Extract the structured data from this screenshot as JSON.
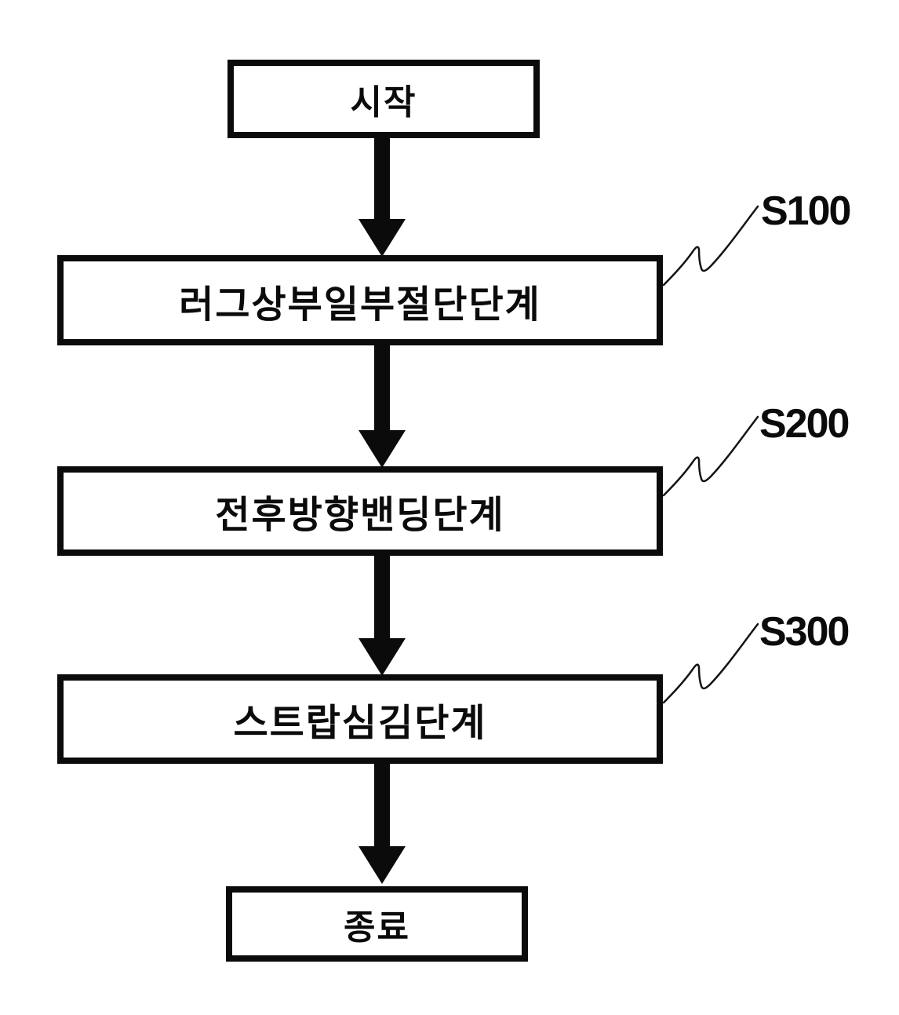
{
  "figure": {
    "type": "flowchart",
    "direction": "top-down",
    "background_color": "#ffffff",
    "box_fill_color": "#ffffff",
    "box_border_color": "#0b0b0b",
    "text_color": "#0b0b0b",
    "arrow_color": "#0b0b0b"
  },
  "nodes": [
    {
      "id": "start",
      "kind": "terminal",
      "label": "시작",
      "step_label": ""
    },
    {
      "id": "step1",
      "kind": "process",
      "label": "러그상부일부절단단계",
      "step_label": "S100"
    },
    {
      "id": "step2",
      "kind": "process",
      "label": "전후방향밴딩단계",
      "step_label": "S200"
    },
    {
      "id": "step3",
      "kind": "process",
      "label": "스트랍심김단계",
      "step_label": "S300"
    },
    {
      "id": "end",
      "kind": "terminal",
      "label": "종료",
      "step_label": ""
    }
  ],
  "edges": [
    {
      "from": "start",
      "to": "step1",
      "style": "thick-arrow-down"
    },
    {
      "from": "step1",
      "to": "step2",
      "style": "thick-arrow-down"
    },
    {
      "from": "step2",
      "to": "step3",
      "style": "thick-arrow-down"
    },
    {
      "from": "step3",
      "to": "end",
      "style": "thick-arrow-down"
    }
  ],
  "callouts": [
    {
      "label": "S100",
      "attached_to": "step1",
      "connector": "squiggly-leader-line"
    },
    {
      "label": "S200",
      "attached_to": "step2",
      "connector": "squiggly-leader-line"
    },
    {
      "label": "S300",
      "attached_to": "step3",
      "connector": "squiggly-leader-line"
    }
  ]
}
